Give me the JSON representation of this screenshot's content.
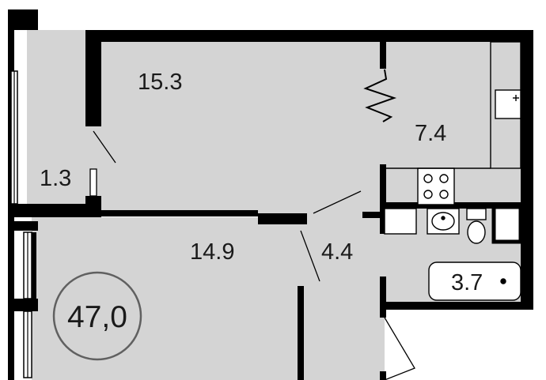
{
  "rooms": {
    "room_a": {
      "area": "15.3"
    },
    "kitchen": {
      "area": "7.4"
    },
    "balcony": {
      "area": "1.3"
    },
    "room_b": {
      "area": "14.9"
    },
    "hall": {
      "area": "4.4"
    },
    "bathroom": {
      "area": "3.7"
    }
  },
  "total_area": "47,0",
  "colors": {
    "wall": "#000000",
    "floor": "#d4d4d4",
    "background": "#ffffff",
    "fixture": "#ffffff"
  }
}
